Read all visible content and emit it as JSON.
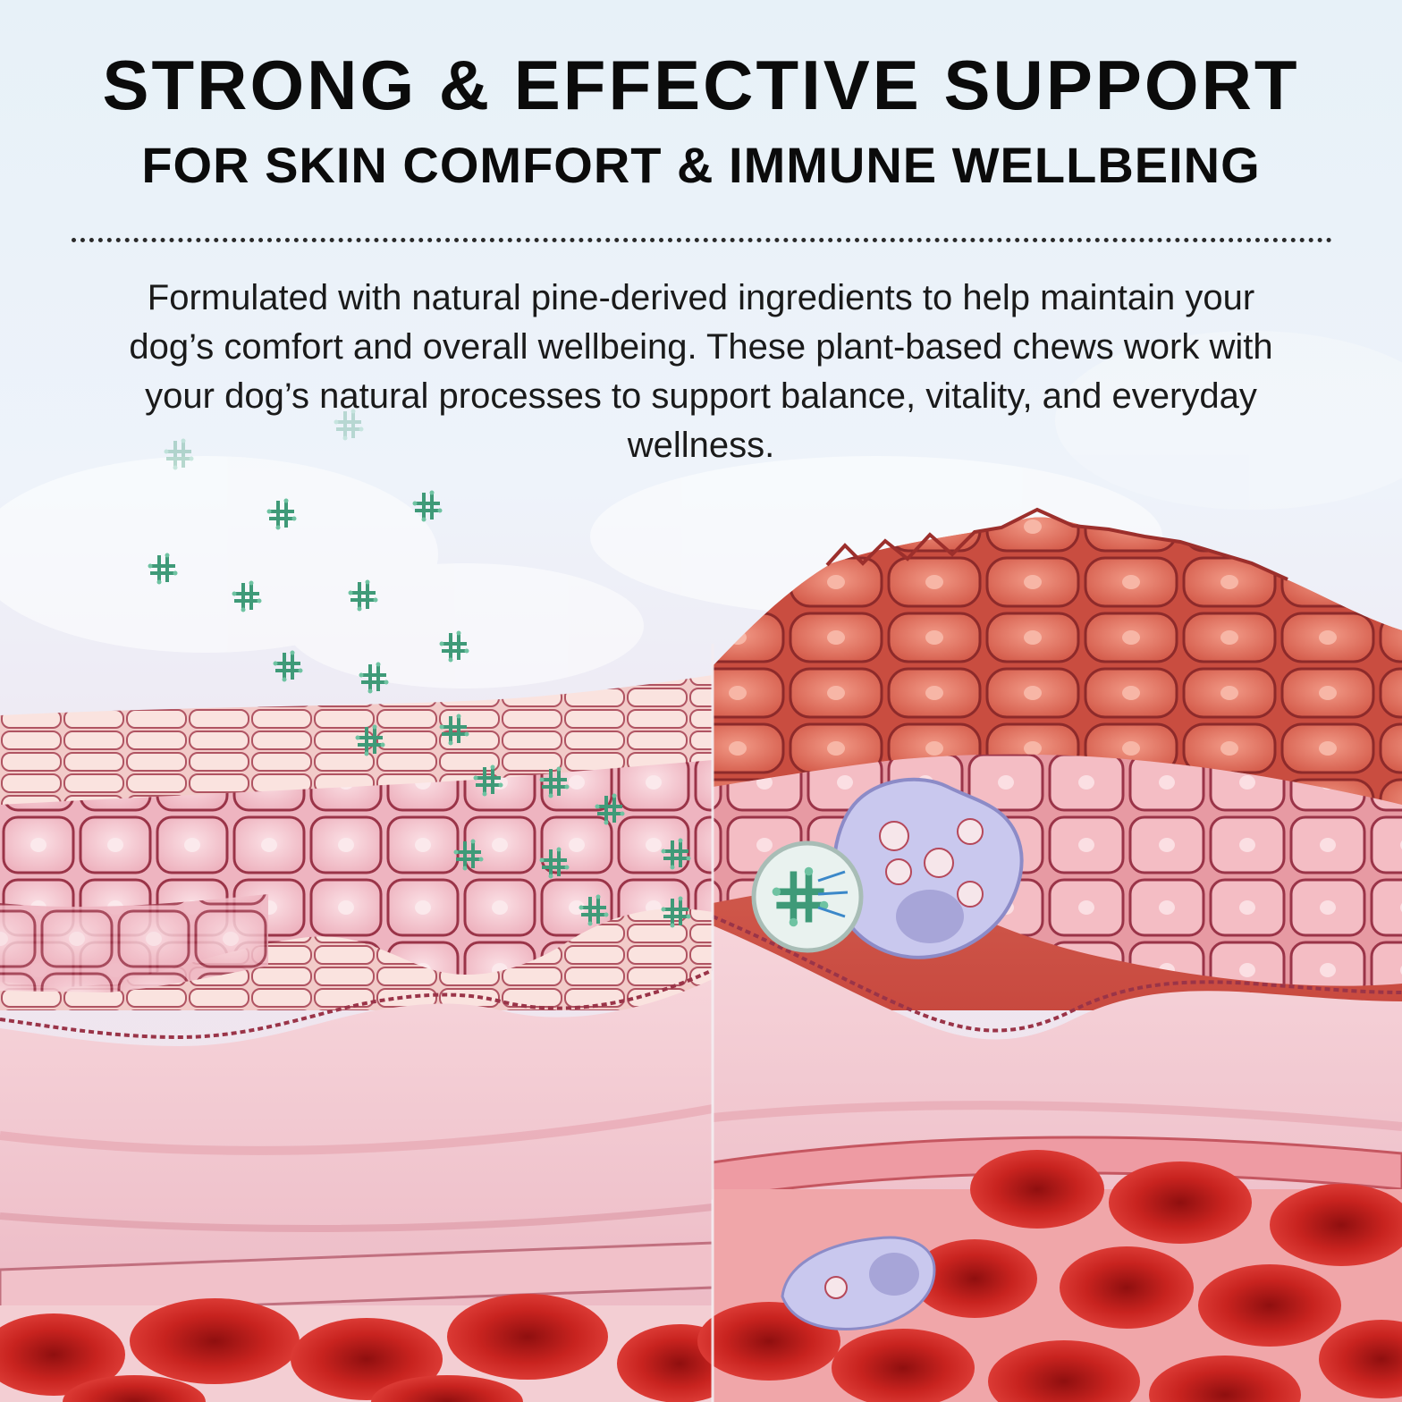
{
  "header": {
    "title": "STRONG & EFFECTIVE SUPPORT",
    "subtitle": "FOR SKIN COMFORT & IMMUNE WELLBEING"
  },
  "description": {
    "text": "Formulated with natural pine-derived ingredients to help maintain your dog’s comfort and overall wellbeing. These plant-based chews work with your dog’s natural processes to support balance, vitality, and everyday wellness."
  },
  "illustration": {
    "left_panel": "healthy-skin-cross-section",
    "right_panel": "irritated-skin-cross-section-with-immune-cell",
    "particle_icon": "pine-extract-particle-icon",
    "colors": {
      "skin_pink": "#f3c7cf",
      "skin_outline": "#8c2a3c",
      "inflamed_red": "#d9574c",
      "blood_cell": "#c3231f",
      "particle_green": "#3f9a78",
      "immune_cell": "#c9c8ee"
    }
  }
}
